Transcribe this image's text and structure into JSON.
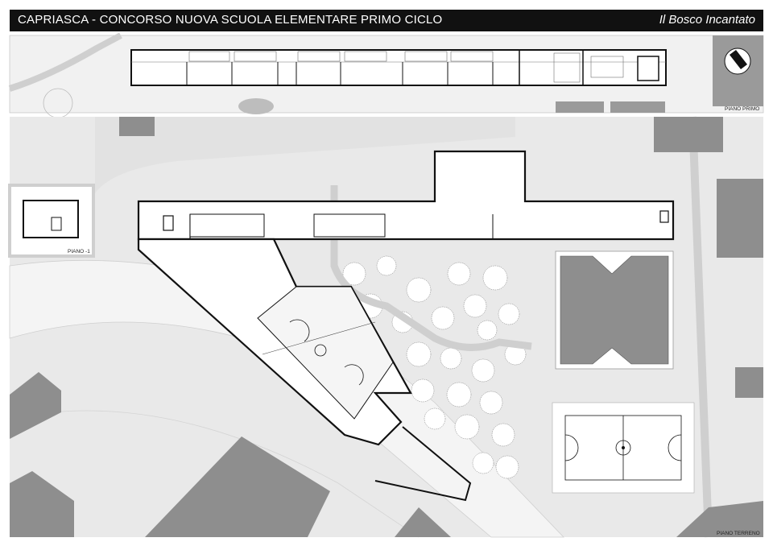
{
  "header": {
    "title": "CAPRIASCA - CONCORSO NUOVA SCUOLA ELEMENTARE PRIMO CICLO",
    "project_name": "Il Bosco Incantato"
  },
  "plans": {
    "first_floor": "PIANO PRIMO",
    "basement": "PIANO -1",
    "ground_floor": "PIANO TERRENO"
  },
  "colors": {
    "background": "#ffffff",
    "site_gray": "#e9e9e9",
    "building_gray": "#8e8e8e",
    "wall": "#111111"
  }
}
